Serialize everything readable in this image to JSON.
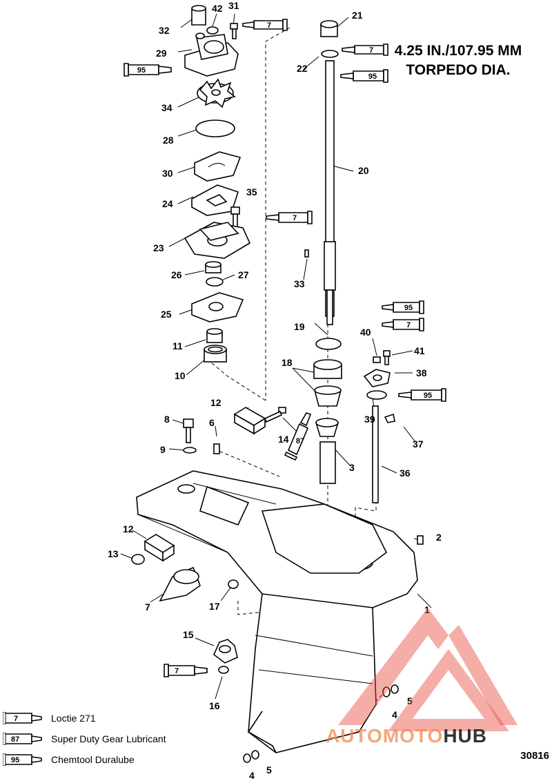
{
  "title": {
    "line1": "4.25 IN./107.95 MM",
    "line2": "TORPEDO DIA."
  },
  "figure_number": "30816",
  "watermark": {
    "text_part1": "AUTOMOTO",
    "text_part2": "HUB",
    "color_part1": "#f08a50",
    "color_part2": "#333333",
    "logo_color": "#e84a3c"
  },
  "part_labels": [
    "1",
    "2",
    "3",
    "4",
    "4",
    "5",
    "5",
    "6",
    "7",
    "8",
    "9",
    "10",
    "11",
    "12",
    "12",
    "13",
    "14",
    "15",
    "16",
    "17",
    "18",
    "19",
    "20",
    "21",
    "22",
    "23",
    "24",
    "25",
    "26",
    "27",
    "28",
    "29",
    "30",
    "31",
    "32",
    "33",
    "34",
    "35",
    "36",
    "37",
    "38",
    "39",
    "40",
    "41",
    "42"
  ],
  "tube_numbers": {
    "loctite": "7",
    "gear_lube": "87",
    "duralube": "95"
  },
  "legend": [
    {
      "code": "7",
      "label": "Loctie 271"
    },
    {
      "code": "87",
      "label": "Super Duty Gear Lubricant"
    },
    {
      "code": "95",
      "label": "Chemtool Duralube"
    }
  ]
}
